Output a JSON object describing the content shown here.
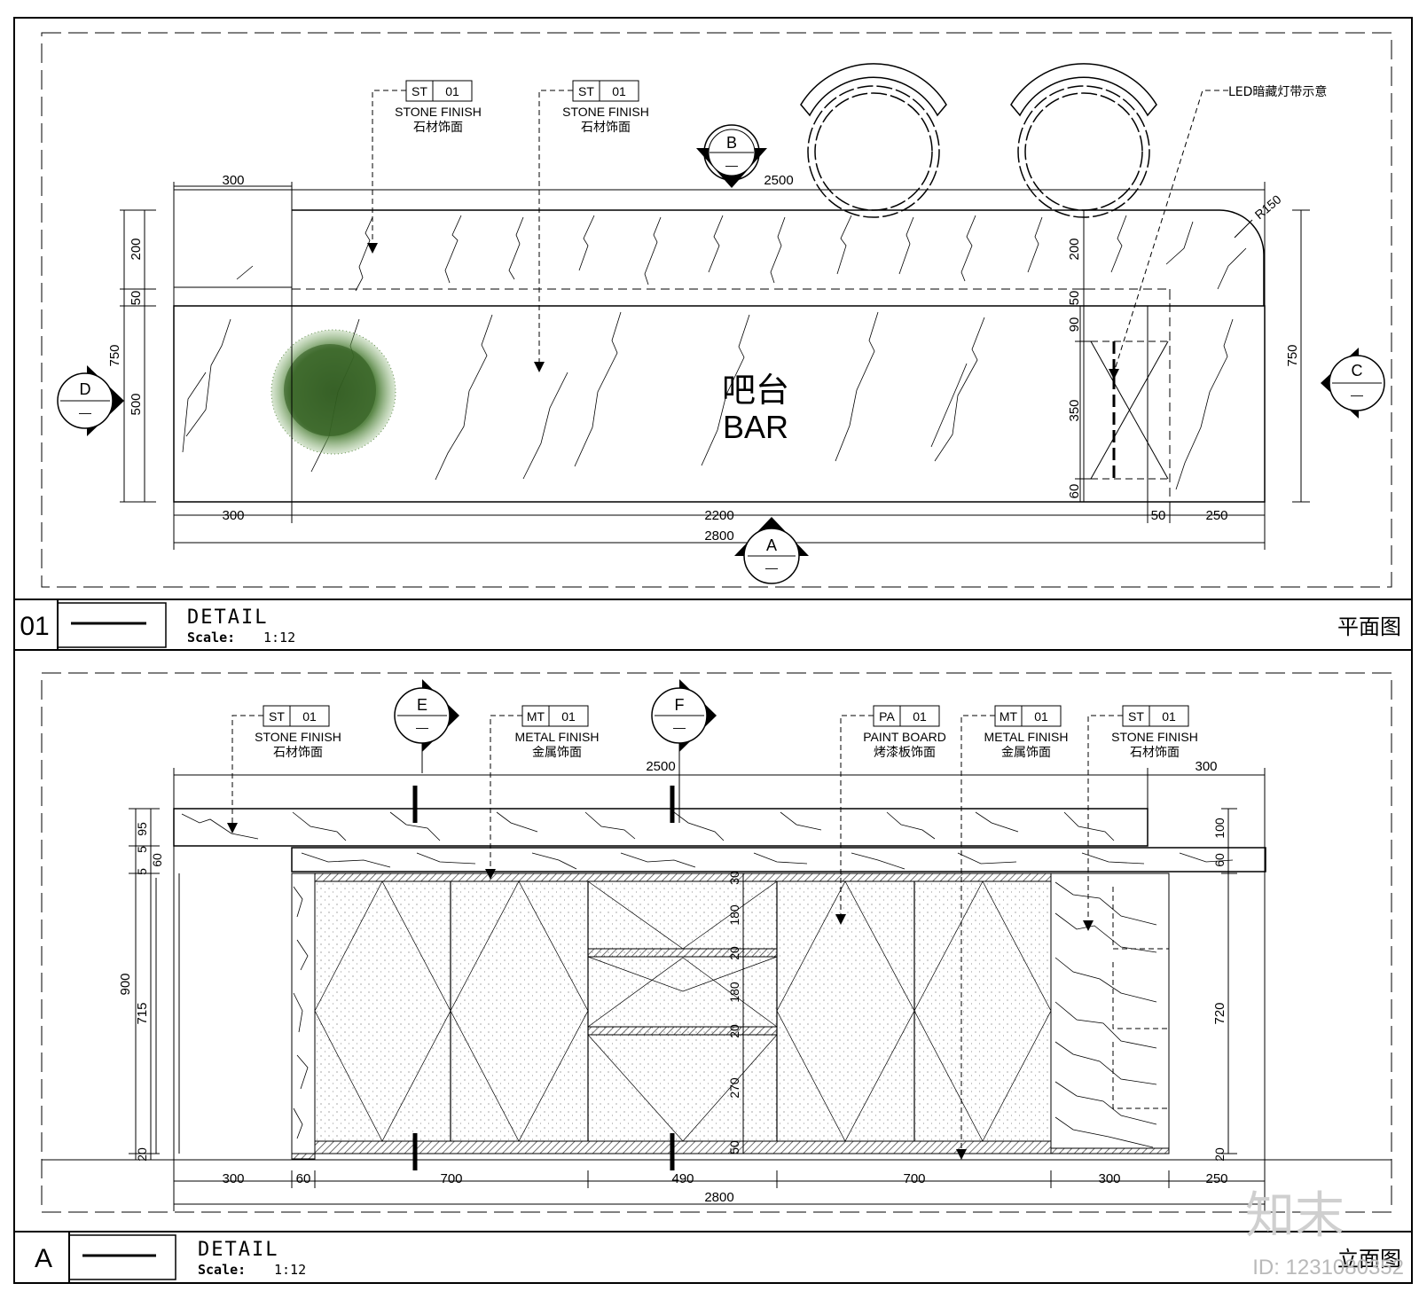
{
  "plan": {
    "view_title": "平面图",
    "detail_number": "01",
    "detail_word": "DETAIL",
    "scale_label": "Scale:",
    "scale_value": "1:12",
    "center_label_cn": "吧台",
    "center_label_en": "BAR",
    "led_note": "LED暗藏灯带示意",
    "radius_note": "R150",
    "section_markers": [
      {
        "letter": "B",
        "sub": "—"
      },
      {
        "letter": "D",
        "sub": "—"
      },
      {
        "letter": "C",
        "sub": "—"
      },
      {
        "letter": "A",
        "sub": "—"
      }
    ],
    "callouts": [
      {
        "code": "ST",
        "num": "01",
        "en": "STONE FINISH",
        "cn": "石材饰面"
      },
      {
        "code": "ST",
        "num": "01",
        "en": "STONE FINISH",
        "cn": "石材饰面"
      }
    ],
    "dims": {
      "top_left": "300",
      "top_main": "2500",
      "left_750": "750",
      "left_200": "200",
      "left_50": "50",
      "left_500": "500",
      "right_200": "200",
      "right_50": "50",
      "right_90": "90",
      "right_350": "350",
      "right_60": "60",
      "right_750": "750",
      "bottom_300": "300",
      "bottom_2200": "2200",
      "bottom_50": "50",
      "bottom_250": "250",
      "bottom_total": "2800"
    }
  },
  "elevation": {
    "view_title": "立面图",
    "detail_number": "A",
    "detail_word": "DETAIL",
    "scale_label": "Scale:",
    "scale_value": "1:12",
    "section_markers": [
      {
        "letter": "E",
        "sub": "—"
      },
      {
        "letter": "F",
        "sub": "—"
      }
    ],
    "callouts": [
      {
        "code": "ST",
        "num": "01",
        "en": "STONE FINISH",
        "cn": "石材饰面"
      },
      {
        "code": "MT",
        "num": "01",
        "en": "METAL FINISH",
        "cn": "金属饰面"
      },
      {
        "code": "PA",
        "num": "01",
        "en": "PAINT BOARD",
        "cn": "烤漆板饰面"
      },
      {
        "code": "MT",
        "num": "01",
        "en": "METAL FINISH",
        "cn": "金属饰面"
      },
      {
        "code": "ST",
        "num": "01",
        "en": "STONE FINISH",
        "cn": "石材饰面"
      }
    ],
    "dims": {
      "top_main": "2500",
      "top_right": "300",
      "left_900": "900",
      "left_95": "95",
      "left_5a": "5",
      "left_60": "60",
      "left_5b": "5",
      "left_715": "715",
      "left_20": "20",
      "mid_30": "30",
      "mid_180a": "180",
      "mid_20a": "20",
      "mid_180b": "180",
      "mid_20b": "20",
      "mid_270": "270",
      "mid_50": "50",
      "right_100": "100",
      "right_60": "60",
      "right_720": "720",
      "right_20": "20",
      "bottom_300a": "300",
      "bottom_60": "60",
      "bottom_700a": "700",
      "bottom_490": "490",
      "bottom_700b": "700",
      "bottom_300b": "300",
      "bottom_250": "250",
      "bottom_total": "2800"
    }
  },
  "watermark": {
    "brand": "知末",
    "id_text": "ID: 1231080352"
  },
  "colors": {
    "line": "#000000",
    "plant": "#3d6b2a",
    "hatch": "#555555",
    "watermark": "#d9d9d9"
  }
}
